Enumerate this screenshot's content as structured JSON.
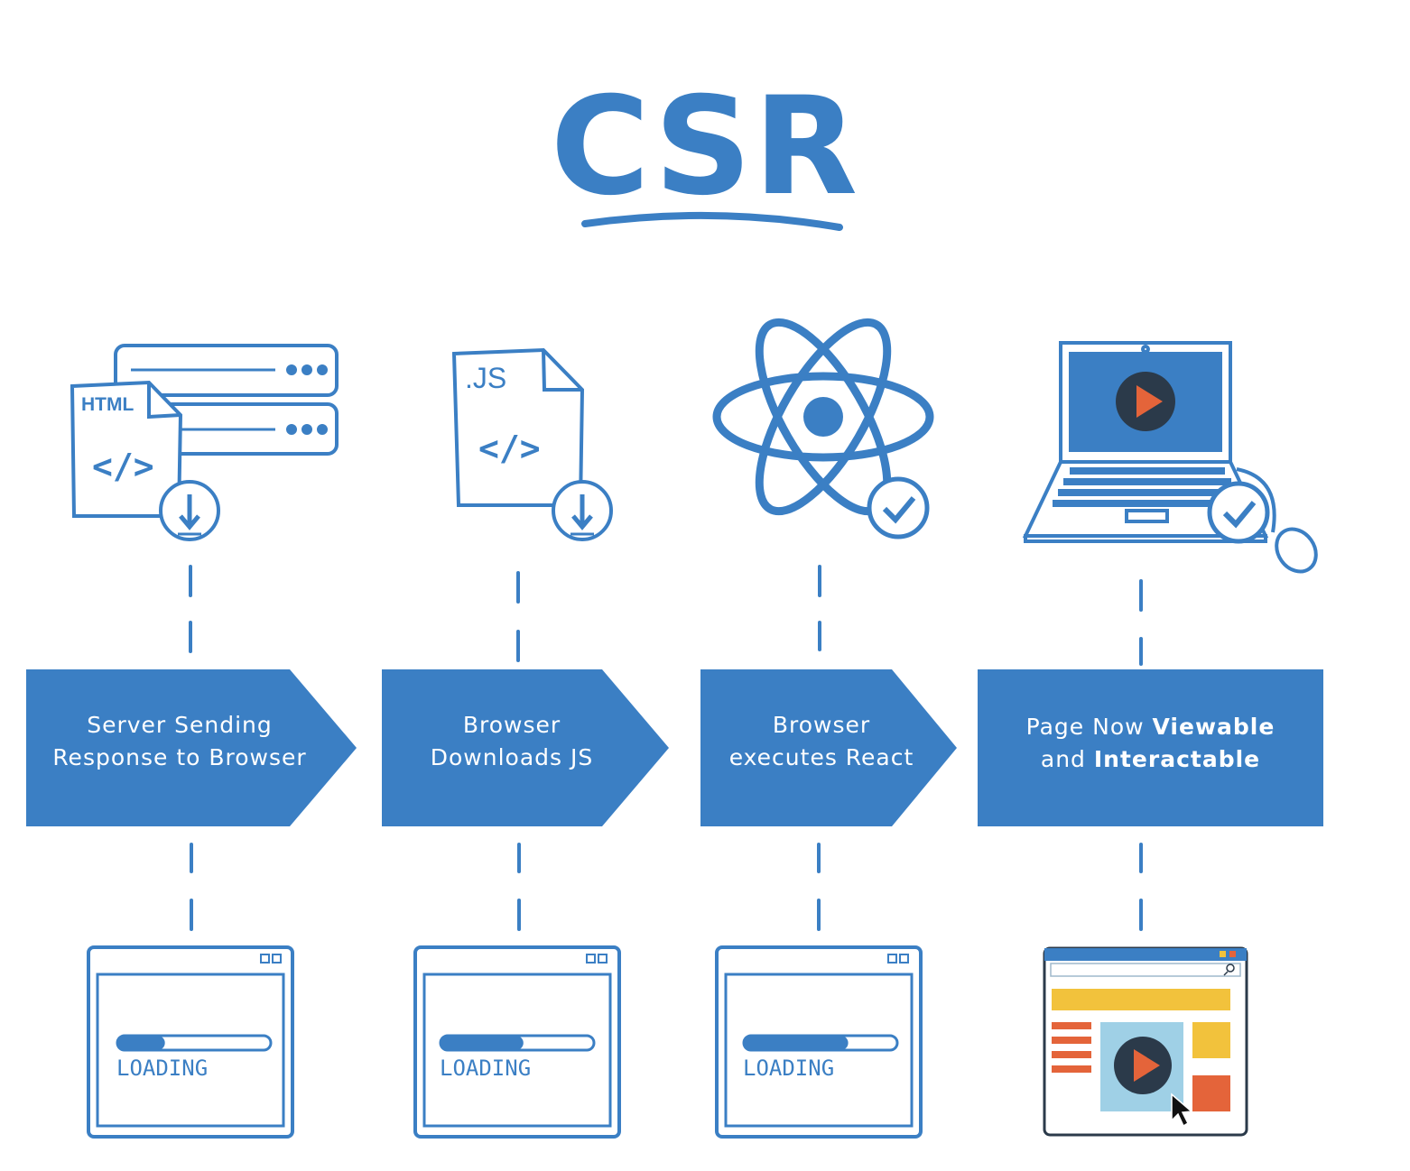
{
  "title": "CSR",
  "colors": {
    "primary": "#3b7fc4",
    "dark": "#2b3a4a",
    "accent_red": "#e4643a",
    "accent_yellow": "#f2c23c",
    "light_blue": "#9fd0e6"
  },
  "steps": [
    {
      "label_line1": "Server Sending",
      "label_line2": "Response to Browser",
      "icon": "html-file-server-download-icon",
      "file_label": "HTML"
    },
    {
      "label_line1": "Browser",
      "label_line2": "Downloads JS",
      "icon": "js-file-download-icon",
      "file_label": ".JS"
    },
    {
      "label_line1": "Browser",
      "label_line2": "executes React",
      "icon": "react-atom-check-icon"
    },
    {
      "label_line1_plain": "Page Now ",
      "label_line1_bold": "Viewable",
      "label_line2_plain": "and ",
      "label_line2_bold": "Interactable",
      "icon": "laptop-play-check-icon"
    }
  ],
  "browsers": [
    {
      "state": "loading",
      "text": "LOADING",
      "progress": 0.31
    },
    {
      "state": "loading",
      "text": "LOADING",
      "progress": 0.54
    },
    {
      "state": "loading",
      "text": "LOADING",
      "progress": 0.68
    },
    {
      "state": "loaded",
      "icon": "interactive-page-play-icon"
    }
  ],
  "code_glyph": "</>"
}
